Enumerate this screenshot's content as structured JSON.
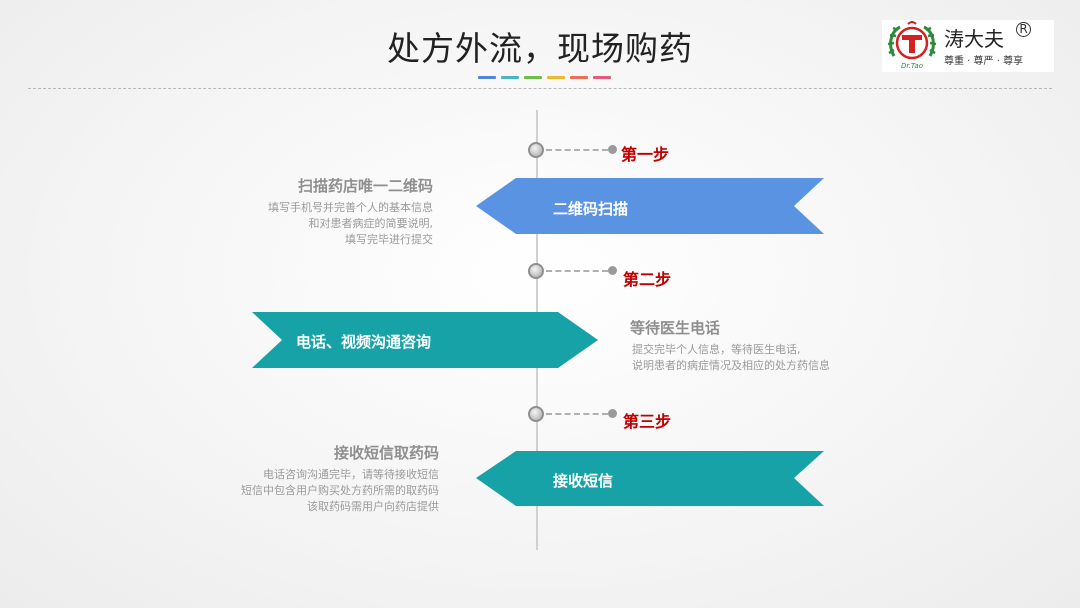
{
  "title": "处方外流，现场购药",
  "title_bar_colors": [
    "#4f86d8",
    "#4ab3c8",
    "#6cc04a",
    "#f2b632",
    "#ef6c5a",
    "#e65a7a"
  ],
  "logo": {
    "brand": "涛大夫",
    "reg_mark": "R",
    "slogan": "尊重 · 尊严 · 尊享",
    "emblem_letter": "T",
    "emblem_text": "Dr.Tao",
    "colors": {
      "ring": "#2e8b3a",
      "accent": "#d42020"
    }
  },
  "steps": [
    {
      "label": "第一步"
    },
    {
      "label": "第二步"
    },
    {
      "label": "第三步"
    }
  ],
  "arrows": [
    {
      "label": "二维码扫描",
      "color": "#5b93e3"
    },
    {
      "label": "电话、视频沟通咨询",
      "color": "#17a2a8"
    },
    {
      "label": "接收短信",
      "color": "#17a2a8"
    }
  ],
  "descriptions": [
    {
      "title": "扫描药店唯一二维码",
      "lines": [
        "填写手机号并完善个人的基本信息",
        "和对患者病症的简要说明,",
        "填写完毕进行提交"
      ]
    },
    {
      "title": "等待医生电话",
      "lines": [
        "提交完毕个人信息，等待医生电话,",
        "说明患者的病症情况及相应的处方药信息"
      ]
    },
    {
      "title": "接收短信取药码",
      "lines": [
        "电话咨询沟通完毕，请等待接收短信",
        "短信中包含用户购买处方药所需的取药码",
        "该取药码需用户向药店提供"
      ]
    }
  ]
}
